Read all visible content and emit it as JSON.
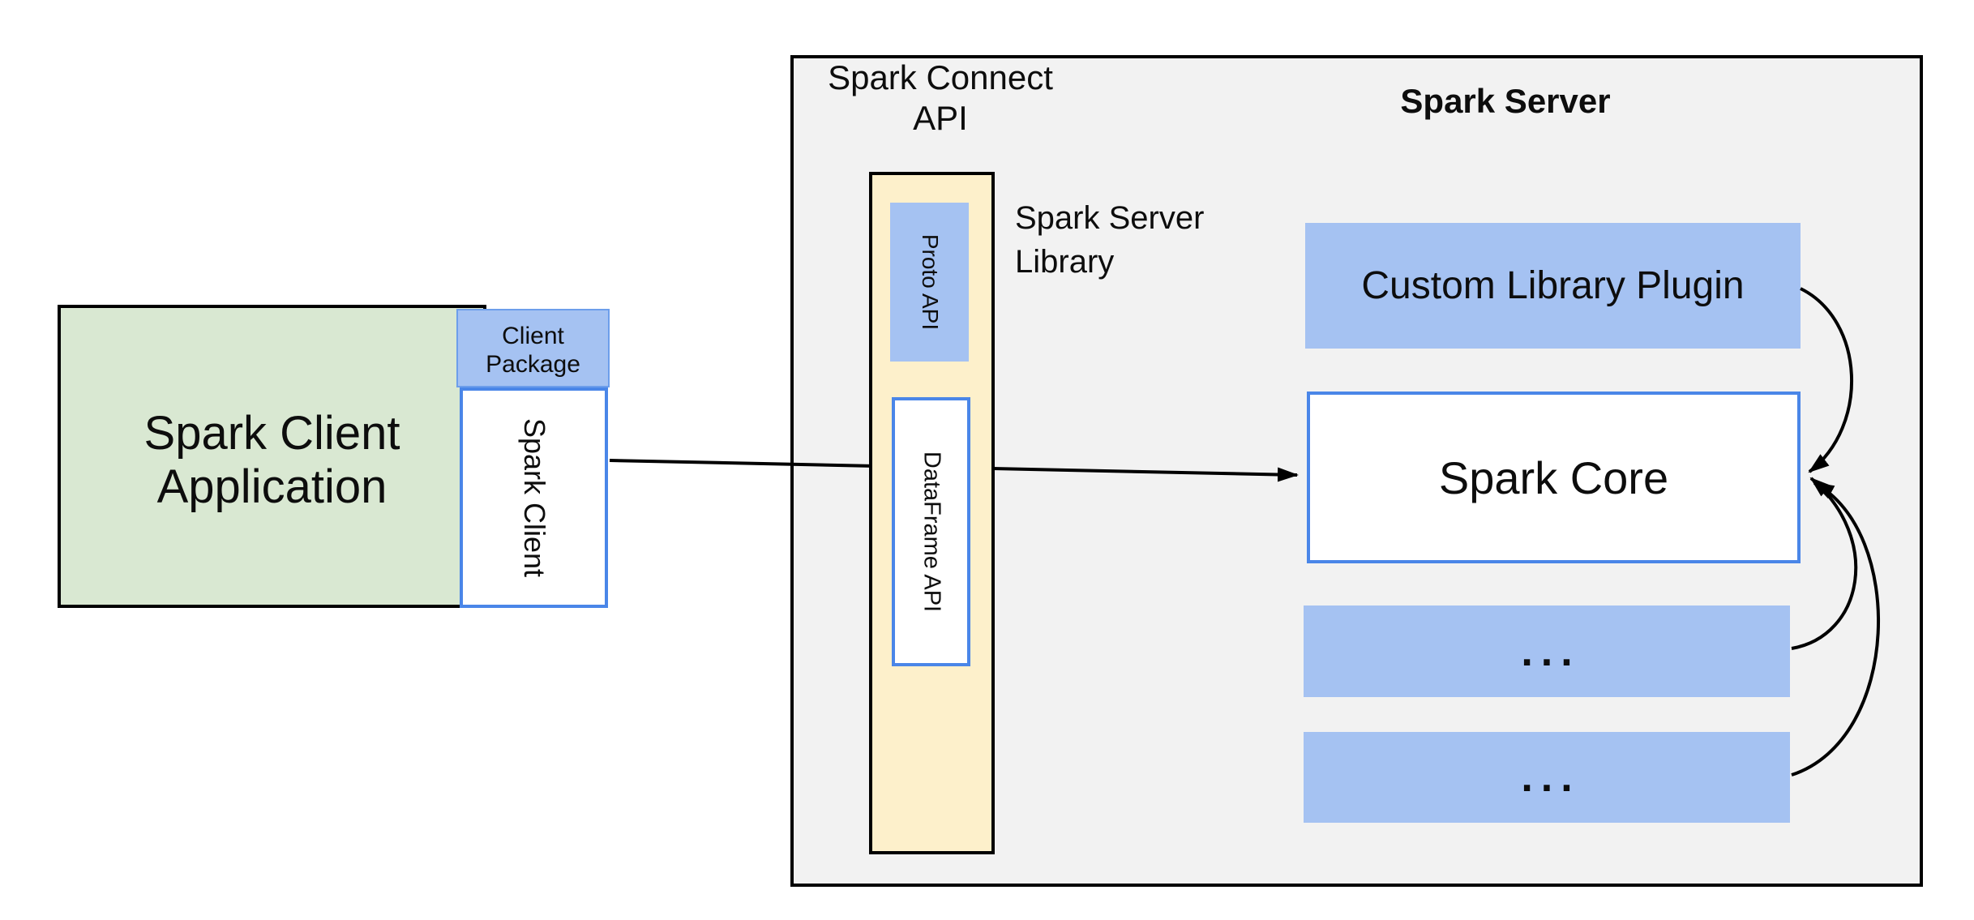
{
  "diagram": {
    "client_group": {
      "app_line1": "Spark Client",
      "app_line2": "Application",
      "package_line1": "Client",
      "package_line2": "Package",
      "client_box_label": "Spark Client"
    },
    "connect_group": {
      "title_line1": "Spark Connect",
      "title_line2": "API",
      "proto_api": "Proto API",
      "dataframe_api": "DataFrame API",
      "library_line1": "Spark Server",
      "library_line2": "Library"
    },
    "server_group": {
      "title": "Spark Server",
      "plugin": "Custom Library Plugin",
      "core": "Spark Core",
      "more_top": "...",
      "more_bottom": "..."
    },
    "colors": {
      "green_fill": "#d9e8d2",
      "blue_fill": "#a5c2f2",
      "yellow_fill": "#fdf0cb",
      "gray_fill": "#f2f2f2",
      "blue_border": "#4a86e8",
      "package_border": "#6d9eeb",
      "outline": "#000000"
    }
  }
}
